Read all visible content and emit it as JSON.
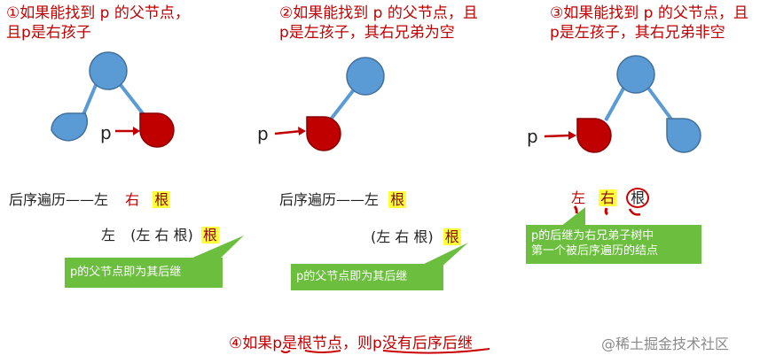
{
  "panels": [
    {
      "title_line1": "①如果能找到 p 的父节点，",
      "title_line2": "且p是右孩子",
      "pointer_label": "p",
      "traversal_label": "后序遍历——左",
      "traversal_right": "右",
      "traversal_root": "根",
      "expanded_left": "左",
      "expanded_paren": "(左  右  根)",
      "expanded_root": "根",
      "callout": "p的父节点即为其后继"
    },
    {
      "title_line1": "②如果能找到 p 的父节点，且",
      "title_line2": "p是左孩子，其右兄弟为空",
      "pointer_label": "p",
      "traversal_label": "后序遍历——左",
      "traversal_root": "根",
      "expanded_paren": "(左  右  根)",
      "expanded_root": "根",
      "callout": "p的父节点即为其后继"
    },
    {
      "title_line1": "③如果能找到 p 的父节点，且",
      "title_line2": "p是左孩子，其右兄弟非空",
      "pointer_label": "p",
      "seq_left": "左",
      "seq_right": "右",
      "seq_root": "根",
      "callout_line1": "p的后继为右兄弟子树中",
      "callout_line2": "第一个被后序遍历的结点"
    }
  ],
  "bottom_note": {
    "prefix": "④如果",
    "p1": "p",
    "is": "是",
    "root_node": "根节点",
    "then": "，则",
    "p2": "p",
    "no_successor": "没有后序后继"
  },
  "watermark": "@稀土掘金技术社区",
  "colors": {
    "node_blue": "#5b9bd5",
    "node_red": "#c00000",
    "edge_blue": "#5b9bd5",
    "highlight": "#ffff3a",
    "callout_green": "#6cbf3e",
    "title_red": "#c00000"
  }
}
